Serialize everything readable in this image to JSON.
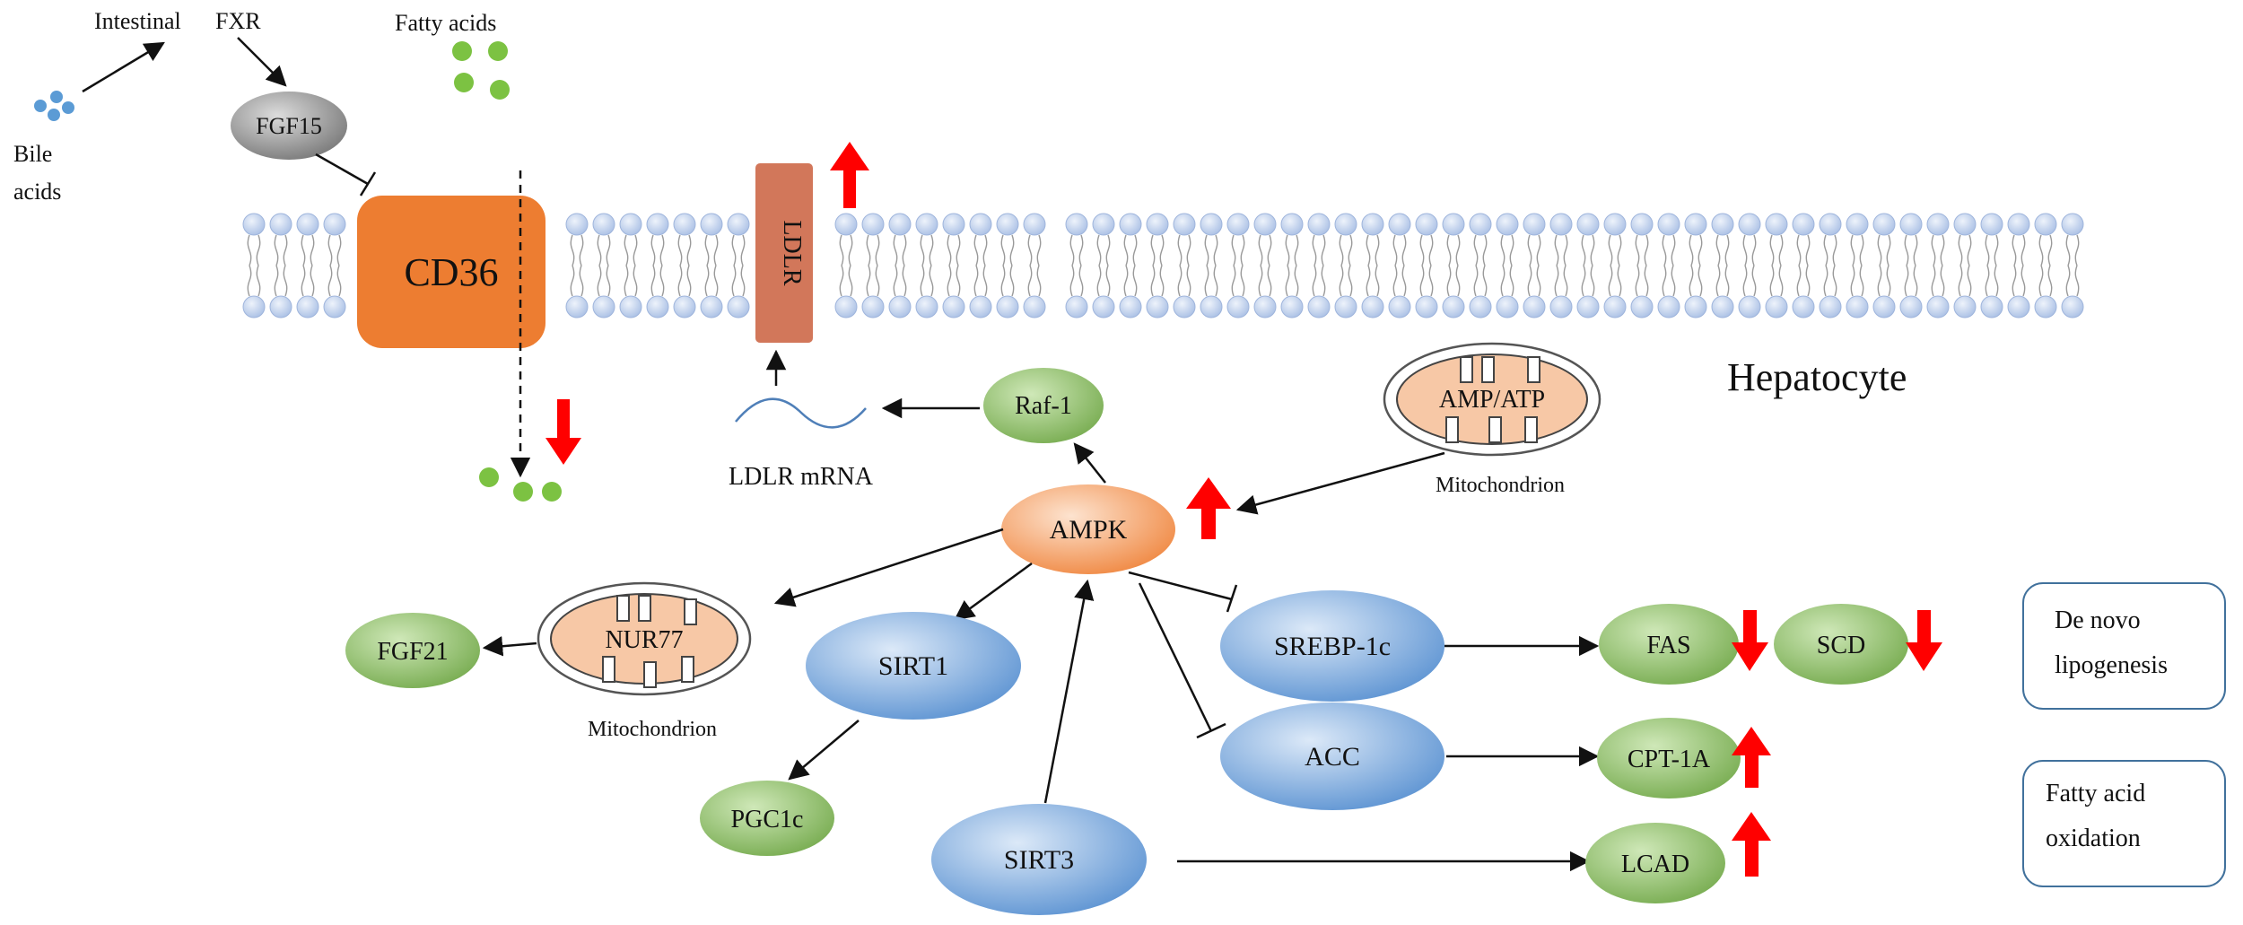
{
  "labels": {
    "intestinal": "Intestinal",
    "fxr": "FXR",
    "fatty_acids": "Fatty acids",
    "bile": "Bile",
    "acids": "acids",
    "fgf15": "FGF15",
    "cd36": "CD36",
    "ldlr": "LDLR",
    "ldlr_mrna": "LDLR  mRNA",
    "raf1": "Raf-1",
    "hepatocyte": "Hepatocyte",
    "amp_atp": "AMP/ATP",
    "mitochondrion_right": "Mitochondrion",
    "ampk": "AMPK",
    "nur77": "NUR77",
    "mitochondrion_left": "Mitochondrion",
    "fgf21": "FGF21",
    "sirt1": "SIRT1",
    "pgc1c": "PGC1c",
    "sirt3": "SIRT3",
    "srebp1c": "SREBP-1c",
    "acc": "ACC",
    "fas": "FAS",
    "scd": "SCD",
    "cpt1a": "CPT-1A",
    "lcad": "LCAD",
    "de_novo_line1": "De novo",
    "de_novo_line2": "lipogenesis",
    "fao_line1": "Fatty acid",
    "fao_line2": "oxidation"
  },
  "colors": {
    "green_node": "#8fbf6b",
    "blue_node": "#7aa8dc",
    "orange_node": "#f2a36b",
    "cd36": "#ed7d31",
    "ldlr": "#d2775a",
    "red_arrow": "#ff0000",
    "membrane_head": "#c7d5ee",
    "fatty_dot": "#7cc242",
    "bile_dot": "#5b9bd5",
    "fgf15": "#8c8c8c"
  }
}
